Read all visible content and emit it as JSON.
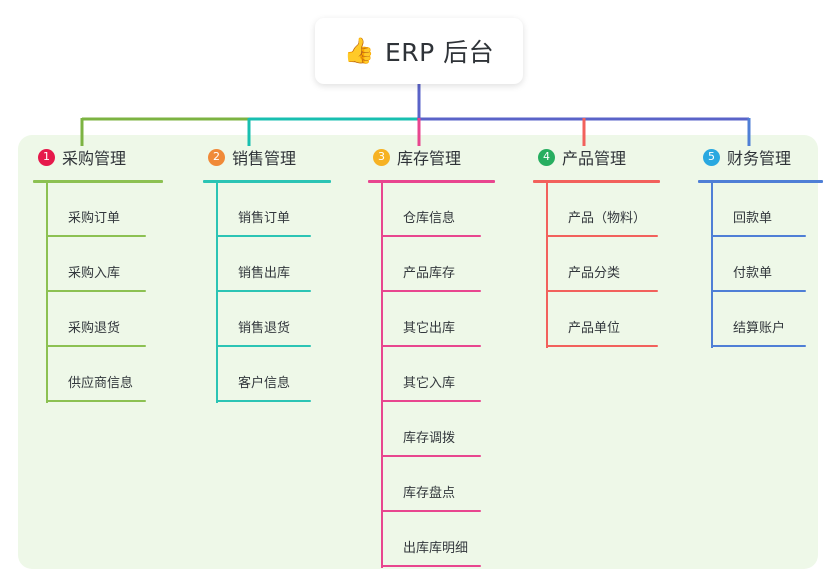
{
  "title": {
    "icon": "thumbs-up-icon",
    "icon_glyph": "👍",
    "text": "ERP 后台"
  },
  "panel": {
    "background_color": "#eef8e8"
  },
  "connector": {
    "segment_colors": [
      "#7cb342",
      "#18bfb0",
      "#5a63c8",
      "#5a63c8"
    ],
    "drop_colors": [
      "#7cb342",
      "#18bfb0",
      "#e8468f",
      "#f2615c",
      "#4f7fd6"
    ]
  },
  "columns": [
    {
      "number": "1",
      "badge_color": "#e6194b",
      "line_color": "#8cc152",
      "title": "采购管理",
      "width": 170,
      "rule_width": 130,
      "item_rule_width": 100,
      "items": [
        {
          "label": "采购订单"
        },
        {
          "label": "采购入库"
        },
        {
          "label": "采购退货"
        },
        {
          "label": "供应商信息"
        }
      ]
    },
    {
      "number": "2",
      "badge_color": "#f08a38",
      "line_color": "#2bc4b4",
      "title": "销售管理",
      "width": 165,
      "rule_width": 128,
      "item_rule_width": 95,
      "items": [
        {
          "label": "销售订单"
        },
        {
          "label": "销售出库"
        },
        {
          "label": "销售退货"
        },
        {
          "label": "客户信息"
        }
      ]
    },
    {
      "number": "3",
      "badge_color": "#f6b223",
      "line_color": "#e8468f",
      "title": "库存管理",
      "width": 165,
      "rule_width": 127,
      "item_rule_width": 100,
      "items": [
        {
          "label": "仓库信息"
        },
        {
          "label": "产品库存"
        },
        {
          "label": "其它出库"
        },
        {
          "label": "其它入库"
        },
        {
          "label": "库存调拨"
        },
        {
          "label": "库存盘点"
        },
        {
          "label": "出库库明细"
        }
      ]
    },
    {
      "number": "4",
      "badge_color": "#27ae60",
      "line_color": "#f2615c",
      "title": "产品管理",
      "width": 165,
      "rule_width": 127,
      "item_rule_width": 112,
      "items": [
        {
          "label": "产品（物料）"
        },
        {
          "label": "产品分类"
        },
        {
          "label": "产品单位"
        }
      ]
    },
    {
      "number": "5",
      "badge_color": "#29a8e0",
      "line_color": "#4f7fd6",
      "title": "财务管理",
      "width": 135,
      "rule_width": 125,
      "item_rule_width": 95,
      "items": [
        {
          "label": "回款单"
        },
        {
          "label": "付款单"
        },
        {
          "label": "结算账户"
        }
      ]
    }
  ]
}
